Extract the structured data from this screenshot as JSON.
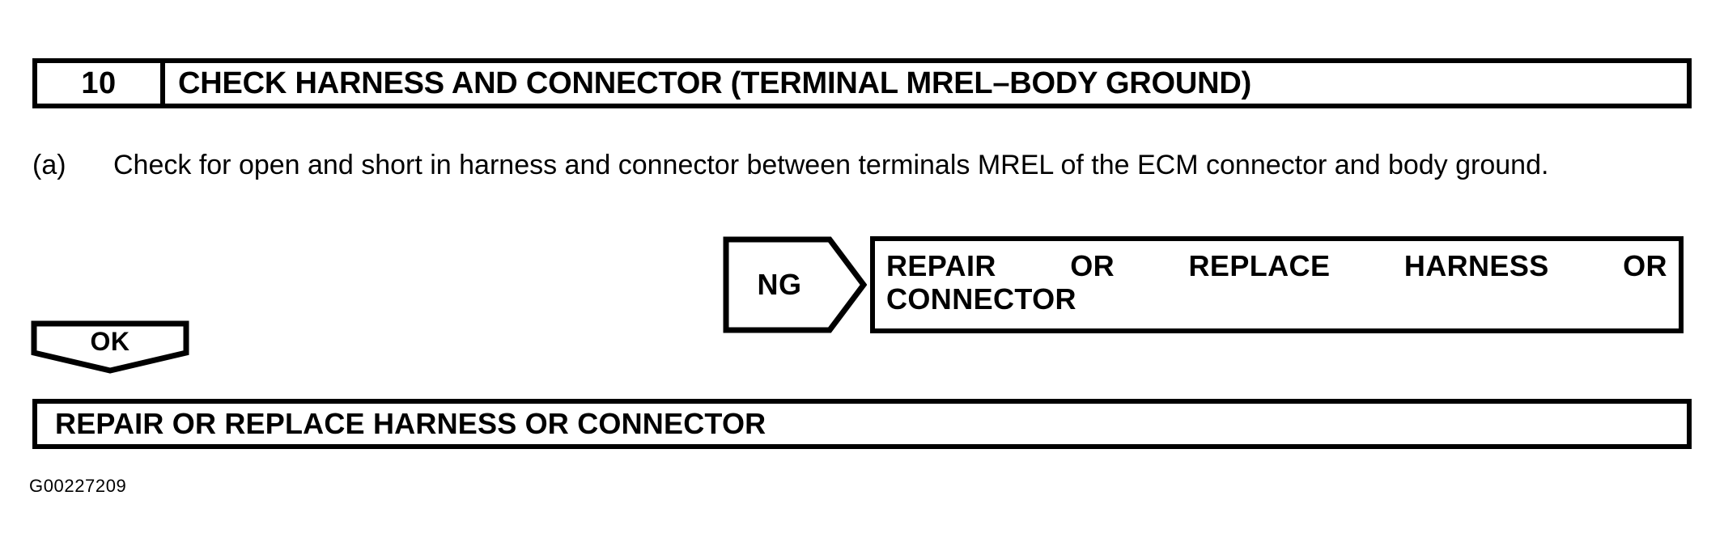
{
  "document": {
    "step_number": "10",
    "step_title": "CHECK HARNESS AND CONNECTOR (TERMINAL MREL–BODY GROUND)",
    "figure_code": "G00227209",
    "ink_color": "#000000",
    "paper_color": "#ffffff"
  },
  "instruction": {
    "marker": "(a)",
    "text": "Check for open and short in harness and connector between terminals MREL of the ECM connector and body ground."
  },
  "branch_ng": {
    "label": "NG",
    "result_line_1_words": [
      "REPAIR",
      "OR",
      "REPLACE",
      "HARNESS",
      "OR"
    ],
    "result_line_2": "CONNECTOR",
    "result_full": "REPAIR OR REPLACE HARNESS OR CONNECTOR"
  },
  "branch_ok": {
    "label": "OK"
  },
  "outcome": {
    "text": "REPAIR OR REPLACE HARNESS OR CONNECTOR"
  }
}
